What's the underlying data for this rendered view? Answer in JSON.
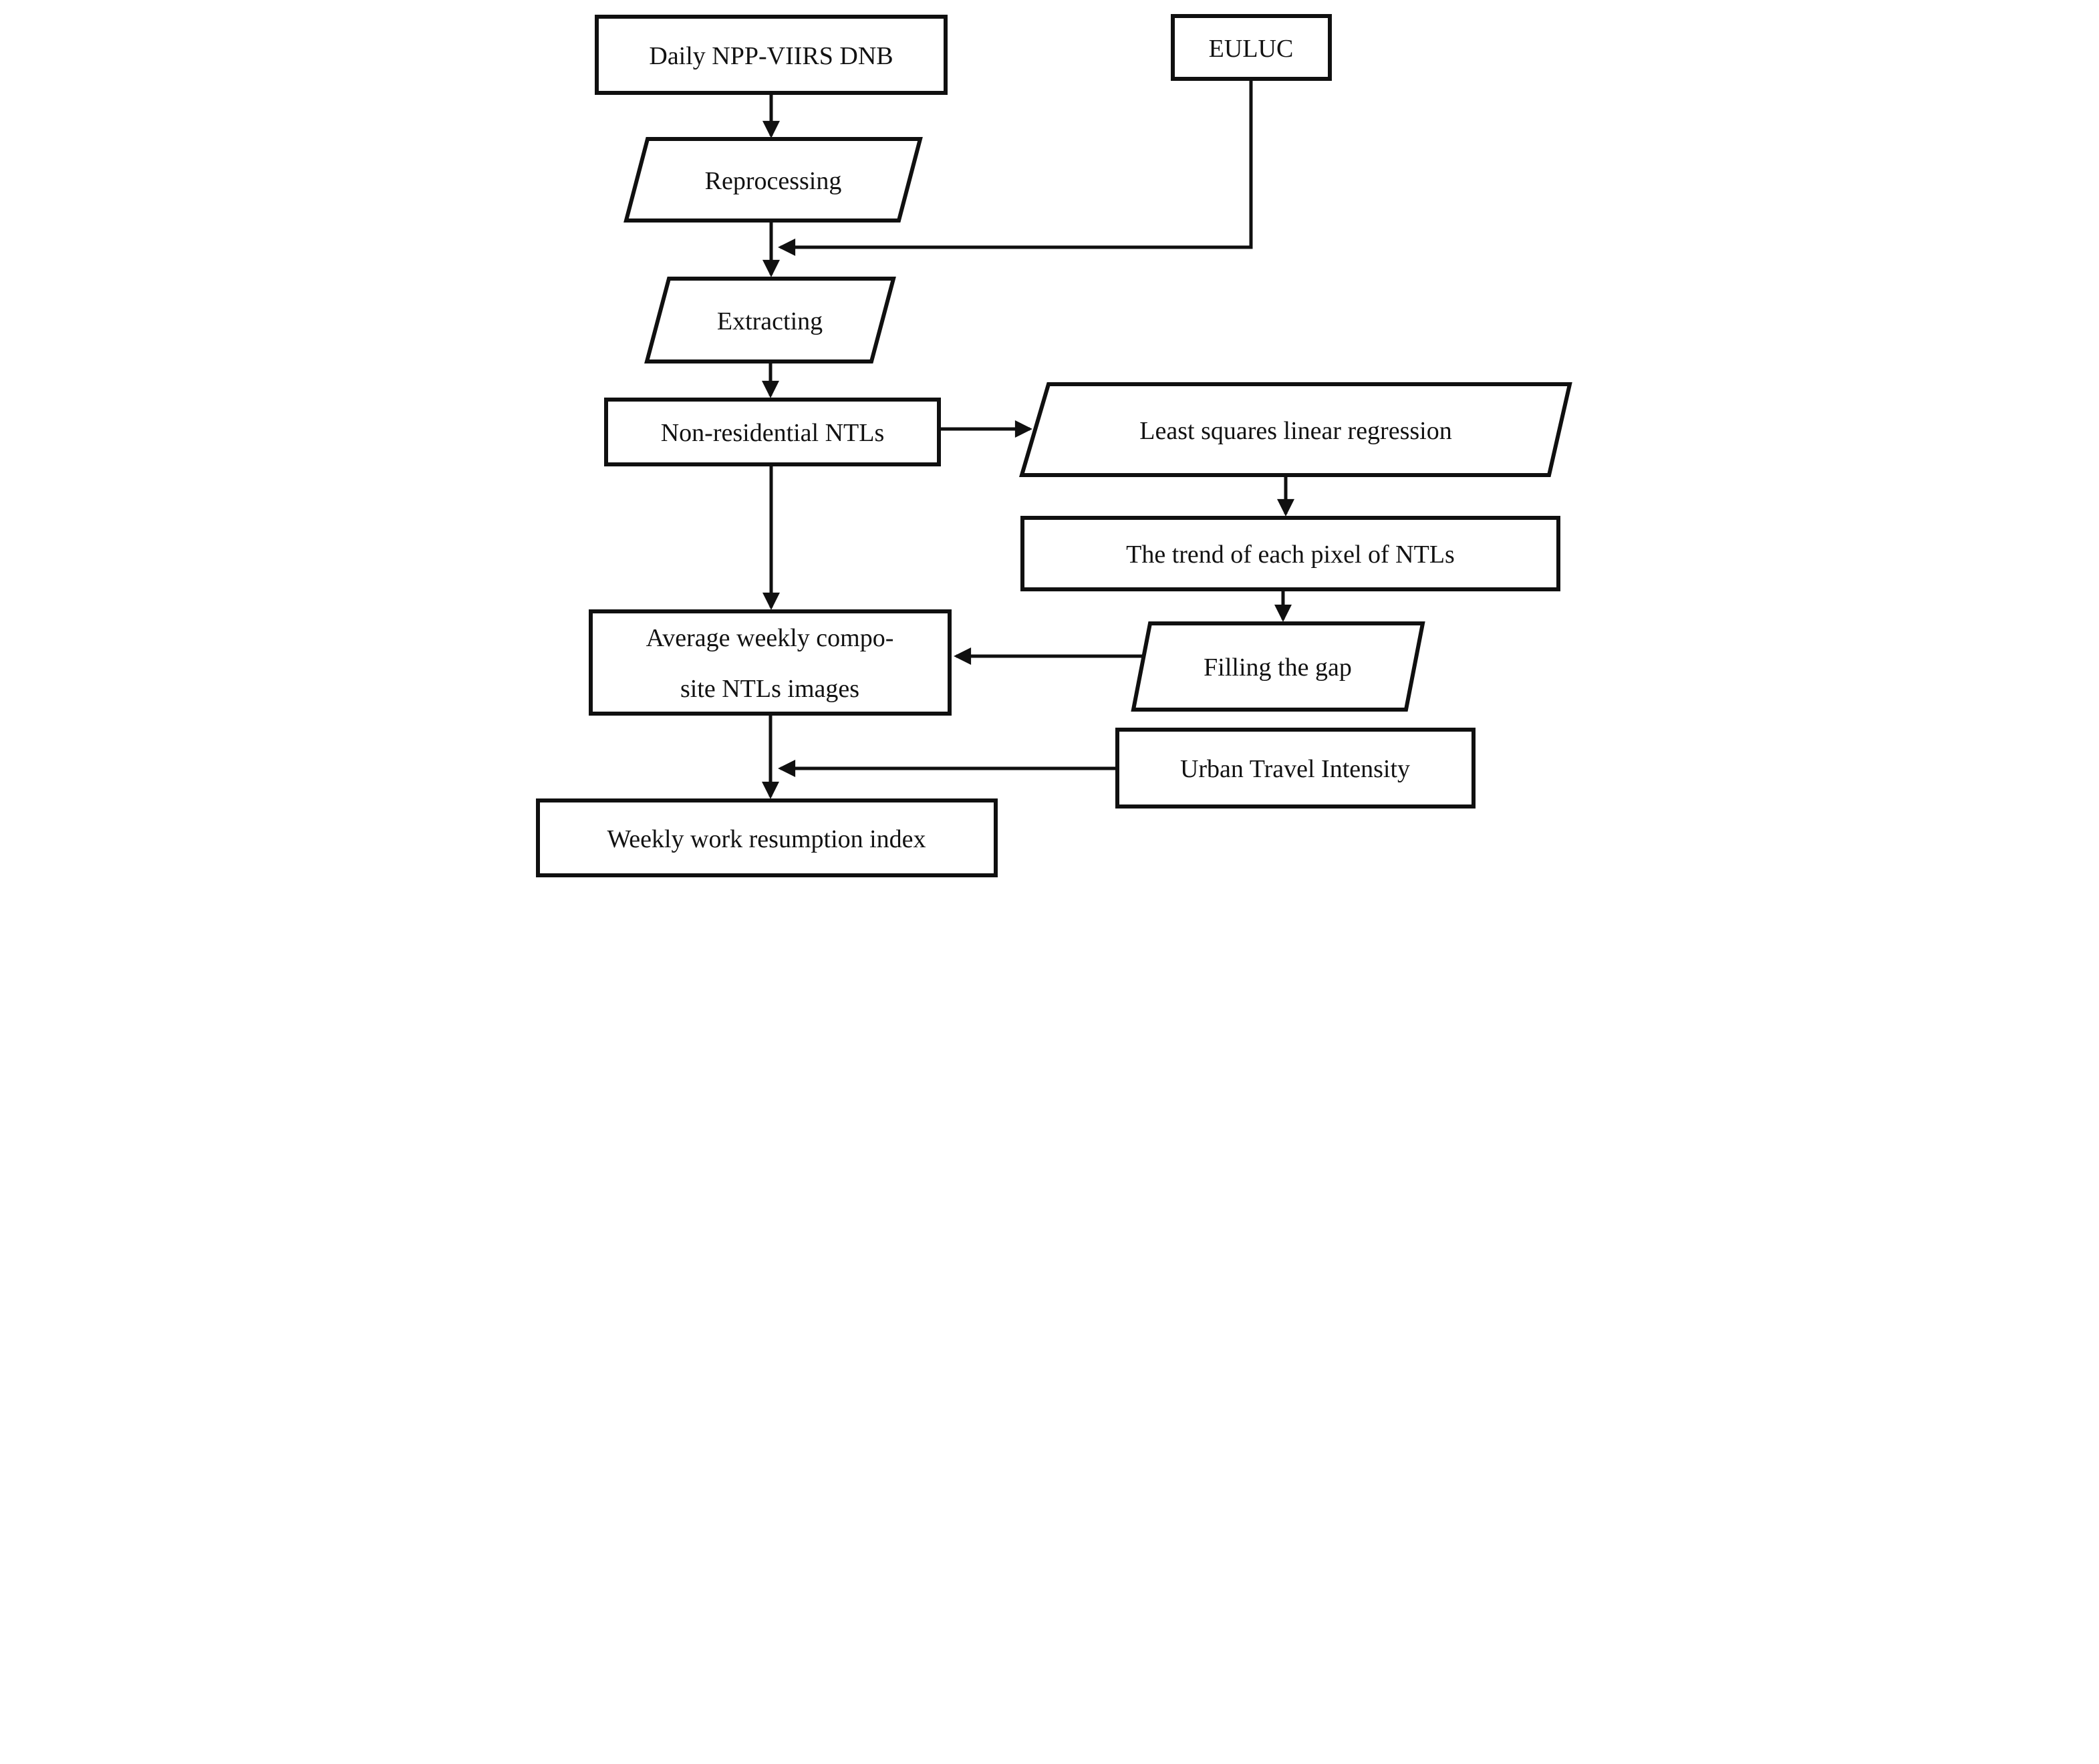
{
  "diagram": {
    "type": "flowchart",
    "background_color": "#ffffff",
    "stroke_color": "#101010",
    "text_color": "#121212",
    "nodes": {
      "daily": {
        "label": "Daily NPP-VIIRS DNB",
        "shape": "rectangle"
      },
      "euluc": {
        "label": "EULUC",
        "shape": "rectangle"
      },
      "reprocessing": {
        "label": "Reprocessing",
        "shape": "parallelogram"
      },
      "extracting": {
        "label": "Extracting",
        "shape": "parallelogram"
      },
      "non_residential": {
        "label": "Non-residential NTLs",
        "shape": "rectangle"
      },
      "least_squares": {
        "label": "Least squares linear regression",
        "shape": "parallelogram"
      },
      "trend": {
        "label": "The trend of each pixel of NTLs",
        "shape": "rectangle"
      },
      "filling_gap": {
        "label": "Filling the gap",
        "shape": "parallelogram"
      },
      "average": {
        "lines": [
          "Average weekly compo-",
          "site NTLs images"
        ],
        "shape": "rectangle"
      },
      "urban": {
        "label": "Urban Travel Intensity",
        "shape": "rectangle"
      },
      "weekly": {
        "label": "Weekly work resumption index",
        "shape": "rectangle"
      }
    },
    "edges": [
      {
        "from": "Daily NPP-VIIRS DNB",
        "to": "Reprocessing"
      },
      {
        "from": "Reprocessing",
        "to": "Extracting"
      },
      {
        "from": "EULUC",
        "to": "Extracting"
      },
      {
        "from": "Extracting",
        "to": "Non-residential NTLs"
      },
      {
        "from": "Non-residential NTLs",
        "to": "Least squares linear regression"
      },
      {
        "from": "Least squares linear regression",
        "to": "The trend of each pixel of NTLs"
      },
      {
        "from": "The trend of each pixel of NTLs",
        "to": "Filling the gap"
      },
      {
        "from": "Filling the gap",
        "to": "Average weekly composite NTLs images"
      },
      {
        "from": "Non-residential NTLs",
        "to": "Average weekly composite NTLs images"
      },
      {
        "from": "Average weekly composite NTLs images",
        "to": "Weekly work resumption index"
      },
      {
        "from": "Urban Travel Intensity",
        "to": "Weekly work resumption index"
      }
    ]
  }
}
